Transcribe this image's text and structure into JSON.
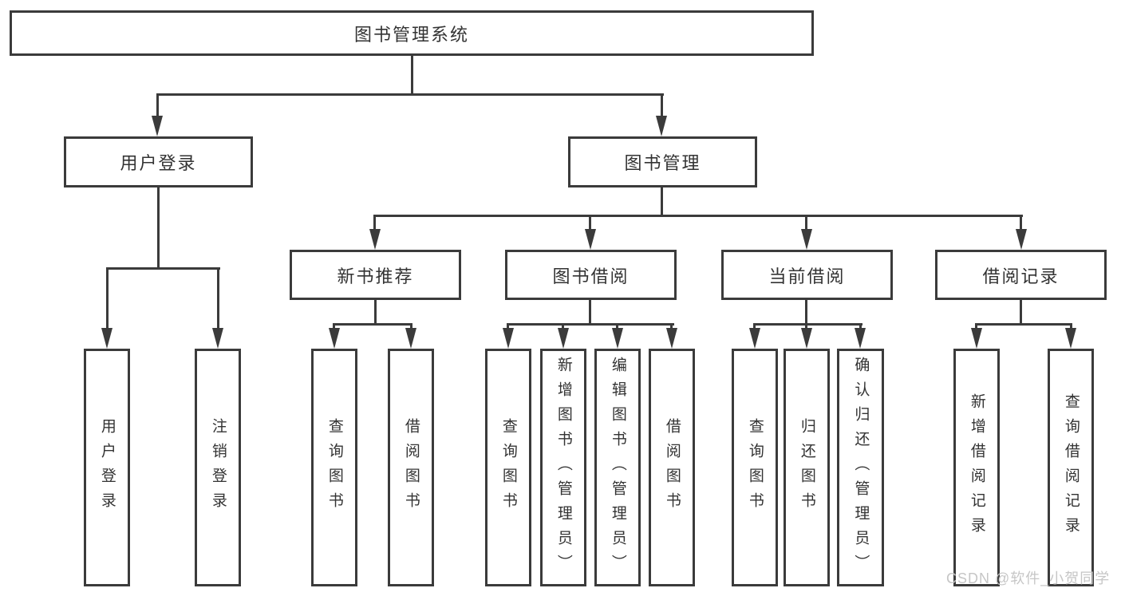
{
  "tree": {
    "root": "图书管理系统",
    "branches": [
      {
        "label": "用户登录",
        "leaves": [
          "用户登录",
          "注销登录"
        ]
      },
      {
        "label": "图书管理",
        "subBranches": [
          {
            "label": "新书推荐",
            "leaves": [
              "查询图书",
              "借阅图书"
            ]
          },
          {
            "label": "图书借阅",
            "leaves": [
              "查询图书",
              "新增图书（管理员）",
              "编辑图书（管理员）",
              "借阅图书"
            ]
          },
          {
            "label": "当前借阅",
            "leaves": [
              "查询图书",
              "归还图书",
              "确认归还（管理员）"
            ]
          },
          {
            "label": "借阅记录",
            "leaves": [
              "新增借阅记录",
              "查询借阅记录"
            ]
          }
        ]
      }
    ]
  },
  "watermark": "CSDN @软件_小贺同学",
  "colors": {
    "line": "#3b3b3b",
    "text": "#333333",
    "watermark": "#c6c6c6",
    "background": "#ffffff"
  }
}
